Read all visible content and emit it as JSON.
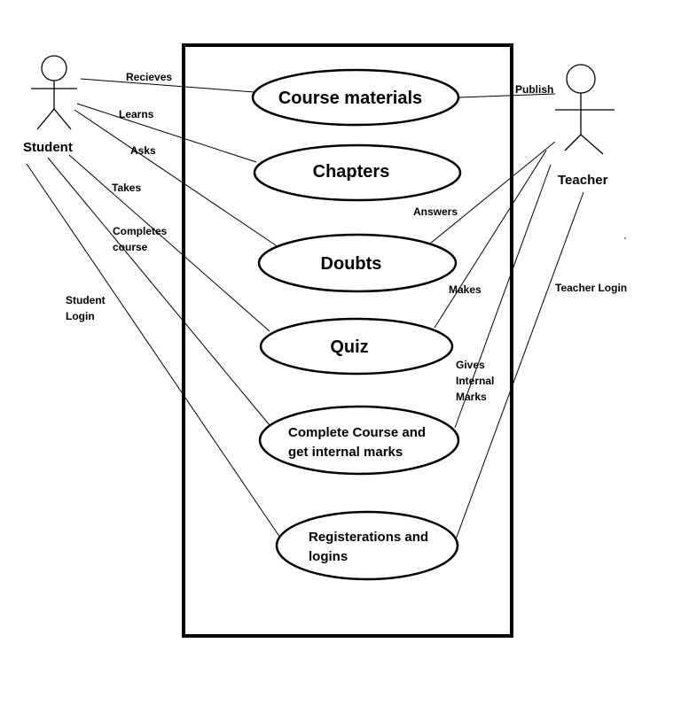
{
  "actors": {
    "student": "Student",
    "teacher": "Teacher"
  },
  "use_cases": {
    "course_materials": "Course materials",
    "chapters": "Chapters",
    "doubts": "Doubts",
    "quiz": "Quiz",
    "complete_course_line1": "Complete Course and",
    "complete_course_line2": "get internal marks",
    "registrations_line1": "Registerations and",
    "registrations_line2": "logins"
  },
  "student_edges": {
    "recieves": "Recieves",
    "learns": "Learns",
    "asks": "Asks",
    "takes": "Takes",
    "completes_line1": "Completes",
    "completes_line2": "course",
    "login_line1": "Student",
    "login_line2": "Login"
  },
  "teacher_edges": {
    "publish": "Publish",
    "answers": "Answers",
    "makes": "Makes",
    "gives_line1": "Gives",
    "gives_line2": "Internal",
    "gives_line3": "Marks",
    "login": "Teacher Login"
  }
}
